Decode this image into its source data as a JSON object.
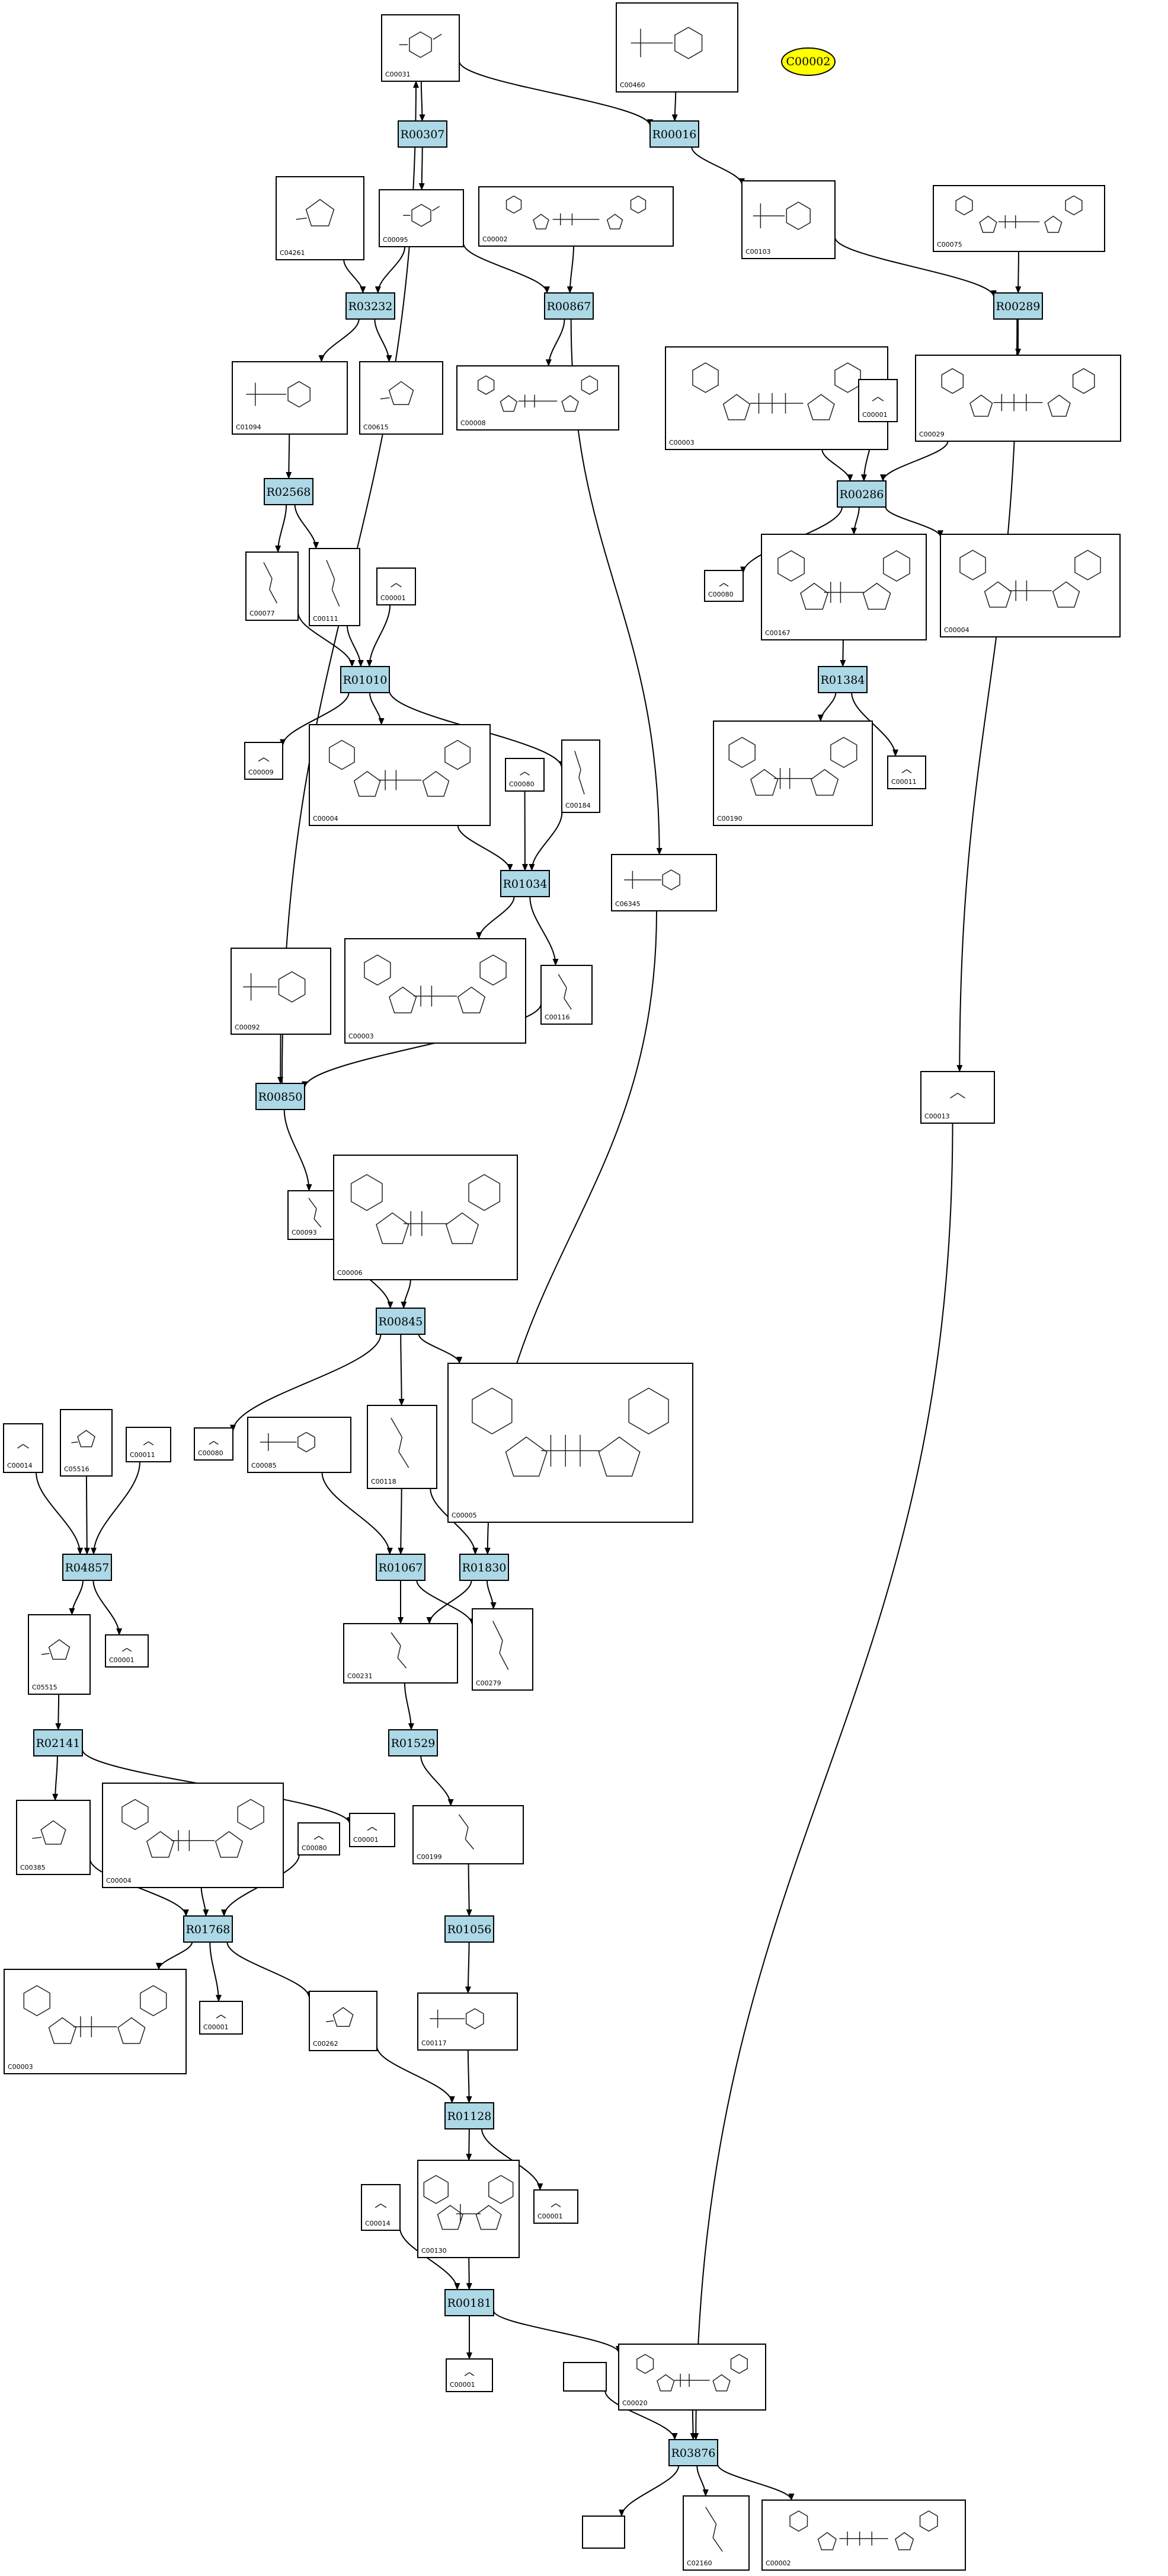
{
  "special_node": {
    "label": "C00002",
    "color": "#ffff00"
  },
  "reactions": [
    {
      "id": "R00307"
    },
    {
      "id": "R00016"
    },
    {
      "id": "R03232"
    },
    {
      "id": "R00867"
    },
    {
      "id": "R00289"
    },
    {
      "id": "R02568"
    },
    {
      "id": "R00286"
    },
    {
      "id": "R01010"
    },
    {
      "id": "R01384"
    },
    {
      "id": "R01034"
    },
    {
      "id": "R00850"
    },
    {
      "id": "R00845"
    },
    {
      "id": "R04857"
    },
    {
      "id": "R01067"
    },
    {
      "id": "R01830"
    },
    {
      "id": "R02141"
    },
    {
      "id": "R01529"
    },
    {
      "id": "R01768"
    },
    {
      "id": "R01056"
    },
    {
      "id": "R01128"
    },
    {
      "id": "R00181"
    },
    {
      "id": "R03876"
    }
  ],
  "compounds": [
    {
      "key": "c1",
      "label": "C00031",
      "kind": "sugar"
    },
    {
      "key": "c2",
      "label": "C00460",
      "kind": "sugar-phosphate"
    },
    {
      "key": "c3",
      "label": "C04261",
      "kind": "ring"
    },
    {
      "key": "c4",
      "label": "C00095",
      "kind": "sugar"
    },
    {
      "key": "c5",
      "label": "C00002",
      "kind": "nucleotide"
    },
    {
      "key": "c6",
      "label": "C00103",
      "kind": "sugar-phosphate"
    },
    {
      "key": "c7",
      "label": "C00075",
      "kind": "nucleotide"
    },
    {
      "key": "c8",
      "label": "C01094",
      "kind": "sugar-phosphate"
    },
    {
      "key": "c9",
      "label": "C00615",
      "kind": "ring"
    },
    {
      "key": "c10",
      "label": "C00008",
      "kind": "nucleotide"
    },
    {
      "key": "c11",
      "label": "C00003",
      "kind": "nucleotide"
    },
    {
      "key": "c12",
      "label": "C00001",
      "kind": "small"
    },
    {
      "key": "c13",
      "label": "C00029",
      "kind": "nucleotide"
    },
    {
      "key": "c14",
      "label": "C00077",
      "kind": "chain"
    },
    {
      "key": "c15",
      "label": "C00111",
      "kind": "chain"
    },
    {
      "key": "c16",
      "label": "C00001",
      "kind": "small"
    },
    {
      "key": "c17",
      "label": "C00080",
      "kind": "small"
    },
    {
      "key": "c18",
      "label": "C00167",
      "kind": "nucleotide"
    },
    {
      "key": "c19",
      "label": "C00004",
      "kind": "nucleotide"
    },
    {
      "key": "c20",
      "label": "C00009",
      "kind": "small"
    },
    {
      "key": "c21",
      "label": "C00004",
      "kind": "nucleotide"
    },
    {
      "key": "c22",
      "label": "C00080",
      "kind": "small"
    },
    {
      "key": "c23",
      "label": "C00184",
      "kind": "chain"
    },
    {
      "key": "c24",
      "label": "C00190",
      "kind": "nucleotide"
    },
    {
      "key": "c25",
      "label": "C00011",
      "kind": "small"
    },
    {
      "key": "c26",
      "label": "C06345",
      "kind": "sugar-phosphate"
    },
    {
      "key": "c27",
      "label": "C00092",
      "kind": "sugar-phosphate"
    },
    {
      "key": "c28",
      "label": "C00003",
      "kind": "nucleotide"
    },
    {
      "key": "c29",
      "label": "C00116",
      "kind": "chain"
    },
    {
      "key": "c30",
      "label": "C00013",
      "kind": "small"
    },
    {
      "key": "c31",
      "label": "C00093",
      "kind": "chain"
    },
    {
      "key": "c32",
      "label": "C00006",
      "kind": "nucleotide"
    },
    {
      "key": "c33",
      "label": "C00014",
      "kind": "small"
    },
    {
      "key": "c34",
      "label": "C05516",
      "kind": "ring"
    },
    {
      "key": "c35",
      "label": "C00011",
      "kind": "small"
    },
    {
      "key": "c36",
      "label": "C00080",
      "kind": "small"
    },
    {
      "key": "c37",
      "label": "C00085",
      "kind": "sugar-phosphate"
    },
    {
      "key": "c38",
      "label": "C00118",
      "kind": "chain"
    },
    {
      "key": "c39",
      "label": "C00005",
      "kind": "nucleotide"
    },
    {
      "key": "c40",
      "label": "C05515",
      "kind": "ring"
    },
    {
      "key": "c41",
      "label": "C00001",
      "kind": "small"
    },
    {
      "key": "c42",
      "label": "C00231",
      "kind": "chain"
    },
    {
      "key": "c43",
      "label": "C00279",
      "kind": "chain"
    },
    {
      "key": "c44",
      "label": "C00385",
      "kind": "ring"
    },
    {
      "key": "c45",
      "label": "C00004",
      "kind": "nucleotide"
    },
    {
      "key": "c46",
      "label": "C00080",
      "kind": "small"
    },
    {
      "key": "c47",
      "label": "C00001",
      "kind": "small"
    },
    {
      "key": "c48",
      "label": "C00199",
      "kind": "chain"
    },
    {
      "key": "c49",
      "label": "C00003",
      "kind": "nucleotide"
    },
    {
      "key": "c50",
      "label": "C00001",
      "kind": "small"
    },
    {
      "key": "c51",
      "label": "C00262",
      "kind": "ring"
    },
    {
      "key": "c52",
      "label": "C00117",
      "kind": "sugar-phosphate"
    },
    {
      "key": "c53",
      "label": "C00014",
      "kind": "small"
    },
    {
      "key": "c54",
      "label": "C00130",
      "kind": "nucleotide"
    },
    {
      "key": "c55",
      "label": "C00001",
      "kind": "small"
    },
    {
      "key": "c56",
      "label": "C00001",
      "kind": "small"
    },
    {
      "key": "c57",
      "label": "",
      "kind": "empty"
    },
    {
      "key": "c58",
      "label": "C00020",
      "kind": "nucleotide"
    },
    {
      "key": "c59",
      "label": "",
      "kind": "empty"
    },
    {
      "key": "c60",
      "label": "C02160",
      "kind": "chain"
    },
    {
      "key": "c61",
      "label": "C00002",
      "kind": "nucleotide"
    }
  ]
}
